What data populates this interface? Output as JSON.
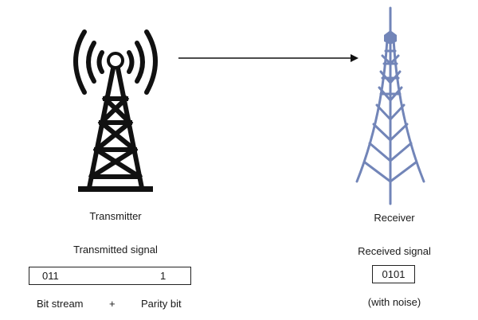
{
  "transmitter": {
    "label": "Transmitter",
    "signal_title": "Transmitted signal",
    "bit_stream_value": "011",
    "parity_value": "1",
    "bit_stream_label": "Bit stream",
    "plus": "+",
    "parity_label": "Parity bit"
  },
  "receiver": {
    "label": "Receiver",
    "signal_title": "Received signal",
    "received_value": "0101",
    "note": "(with noise)"
  },
  "colors": {
    "transmitter_tower": "#111111",
    "receiver_tower": "#7285b8",
    "arrow": "#111111"
  },
  "icons": {
    "transmitter": "radio-tower-with-waves-icon",
    "receiver": "lattice-tower-icon",
    "arrow": "right-arrow-icon"
  }
}
